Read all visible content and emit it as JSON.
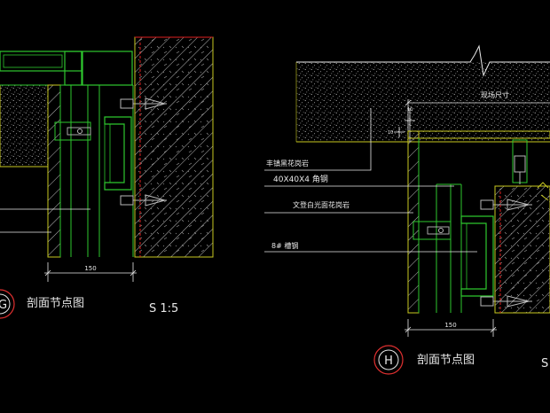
{
  "left_detail": {
    "dimension": "150",
    "marker_letter": "G",
    "title": "剖面节点图",
    "scale": "S 1:5"
  },
  "right_detail": {
    "dimension": "150",
    "marker_letter": "H",
    "title": "剖面节点图",
    "scale": "S",
    "site_dimension": "现场尺寸",
    "small_dim_1": "10",
    "small_dim_2": "10",
    "callouts": [
      "丰镇黑花岗岩",
      "40X40X4 角钢",
      "文登白光面花岗岩",
      "8# 槽钢"
    ]
  },
  "colors": {
    "background": "#000000",
    "concrete_stipple": "#d8d8d8",
    "cladding_outline": "#c8c820",
    "steel_green": "#2ec82e",
    "hatch_white": "#d0d0d0",
    "red_boundary": "#e02020",
    "leader_white": "#e8e8e8",
    "bolt_gray": "#b8b8b8",
    "marker_red": "#e03030"
  }
}
